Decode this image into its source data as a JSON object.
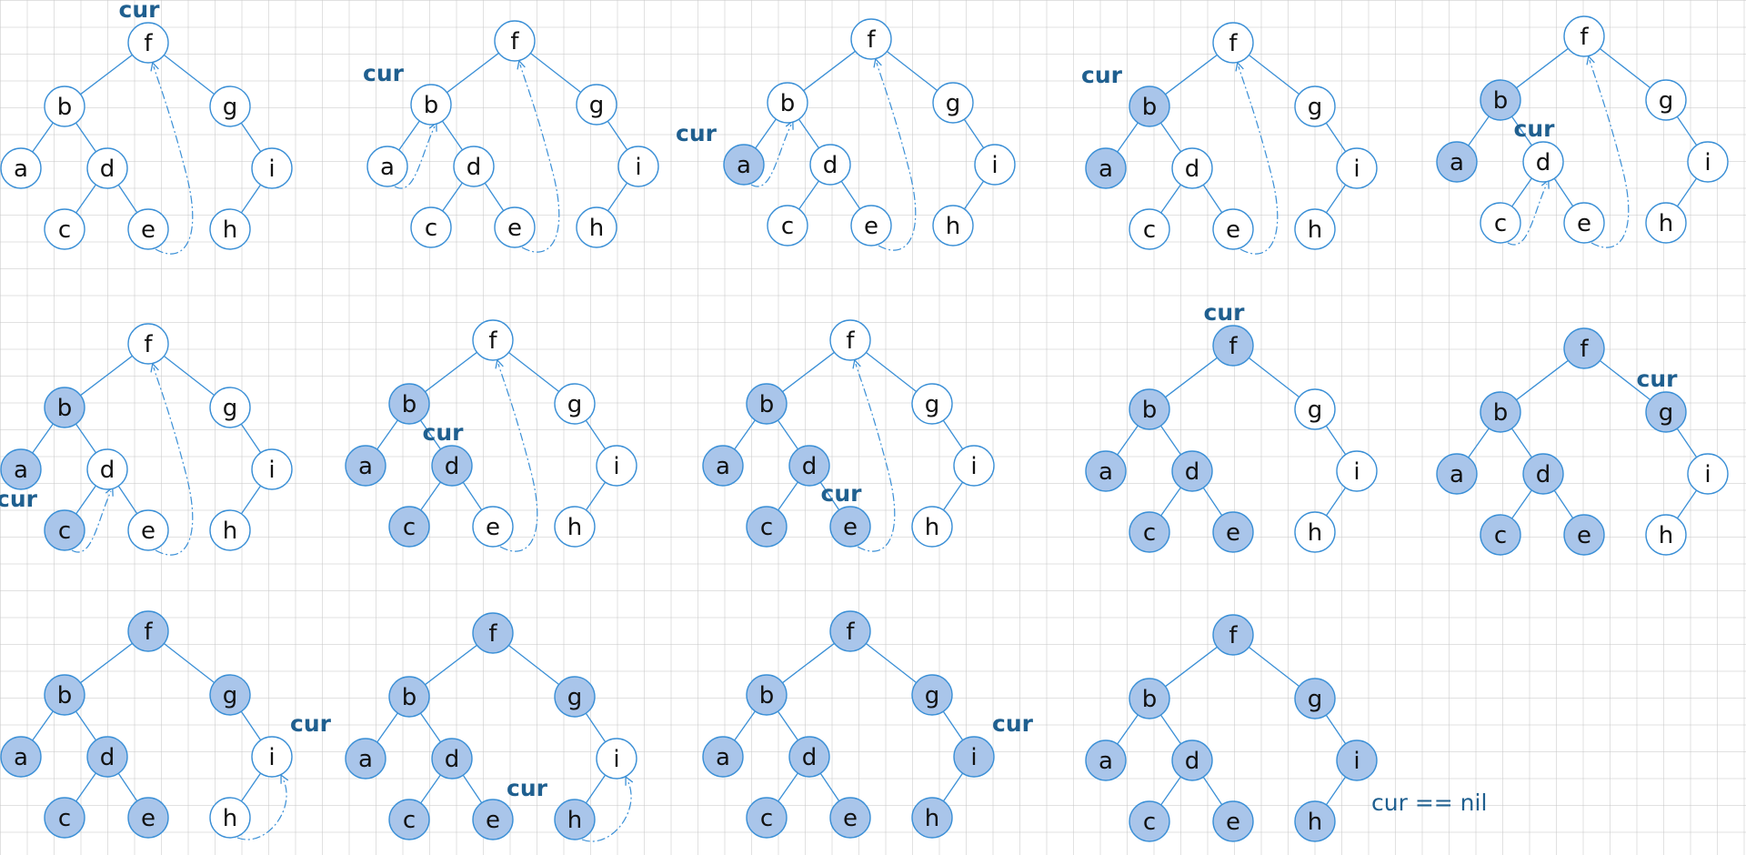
{
  "colors": {
    "edge": "#3a8fd6",
    "visited_fill": "#a9c5ea",
    "unvisited_fill": "#ffffff",
    "cur_text": "#1f5f8f"
  },
  "tree": {
    "nodes": [
      "f",
      "b",
      "g",
      "a",
      "d",
      "i",
      "c",
      "e",
      "h"
    ],
    "edges": [
      [
        "f",
        "b"
      ],
      [
        "f",
        "g"
      ],
      [
        "b",
        "a"
      ],
      [
        "b",
        "d"
      ],
      [
        "g",
        "i"
      ],
      [
        "d",
        "c"
      ],
      [
        "d",
        "e"
      ],
      [
        "i",
        "h"
      ]
    ]
  },
  "cur_label": "cur",
  "end_label": "cur == nil",
  "panels": [
    {
      "step": 1,
      "visited": [],
      "cur": "f",
      "cur_pos": "above",
      "threads": [
        [
          "e",
          "f"
        ]
      ]
    },
    {
      "step": 2,
      "visited": [],
      "cur": "b",
      "cur_pos": "above-left",
      "threads": [
        [
          "e",
          "f"
        ],
        [
          "a",
          "b"
        ]
      ]
    },
    {
      "step": 3,
      "visited": [
        "a"
      ],
      "cur": "a",
      "cur_pos": "above-left",
      "threads": [
        [
          "e",
          "f"
        ],
        [
          "a",
          "b"
        ]
      ]
    },
    {
      "step": 4,
      "visited": [
        "a",
        "b"
      ],
      "cur": "b",
      "cur_pos": "above-left",
      "threads": [
        [
          "e",
          "f"
        ]
      ]
    },
    {
      "step": 5,
      "visited": [
        "a",
        "b"
      ],
      "cur": "d",
      "cur_pos": "above",
      "threads": [
        [
          "e",
          "f"
        ],
        [
          "c",
          "d"
        ]
      ]
    },
    {
      "step": 6,
      "visited": [
        "a",
        "b",
        "c"
      ],
      "cur": "c",
      "cur_pos": "above-left",
      "threads": [
        [
          "e",
          "f"
        ],
        [
          "c",
          "d"
        ]
      ]
    },
    {
      "step": 7,
      "visited": [
        "a",
        "b",
        "c",
        "d"
      ],
      "cur": "d",
      "cur_pos": "above",
      "threads": [
        [
          "e",
          "f"
        ]
      ]
    },
    {
      "step": 8,
      "visited": [
        "a",
        "b",
        "c",
        "d",
        "e"
      ],
      "cur": "e",
      "cur_pos": "above",
      "threads": [
        [
          "e",
          "f"
        ]
      ]
    },
    {
      "step": 9,
      "visited": [
        "a",
        "b",
        "c",
        "d",
        "e",
        "f"
      ],
      "cur": "f",
      "cur_pos": "above",
      "threads": []
    },
    {
      "step": 10,
      "visited": [
        "a",
        "b",
        "c",
        "d",
        "e",
        "f",
        "g"
      ],
      "cur": "g",
      "cur_pos": "above",
      "threads": []
    },
    {
      "step": 11,
      "visited": [
        "a",
        "b",
        "c",
        "d",
        "e",
        "f",
        "g"
      ],
      "cur": "i",
      "cur_pos": "above-right",
      "threads": [
        [
          "h",
          "i"
        ]
      ]
    },
    {
      "step": 12,
      "visited": [
        "a",
        "b",
        "c",
        "d",
        "e",
        "f",
        "g",
        "h"
      ],
      "cur": "h",
      "cur_pos": "above-left",
      "threads": [
        [
          "h",
          "i"
        ]
      ]
    },
    {
      "step": 13,
      "visited": [
        "a",
        "b",
        "c",
        "d",
        "e",
        "f",
        "g",
        "h",
        "i"
      ],
      "cur": "i",
      "cur_pos": "above-right",
      "threads": []
    },
    {
      "step": 14,
      "visited": [
        "a",
        "b",
        "c",
        "d",
        "e",
        "f",
        "g",
        "h",
        "i"
      ],
      "cur": null,
      "cur_pos": null,
      "threads": [],
      "end_note": true
    }
  ]
}
